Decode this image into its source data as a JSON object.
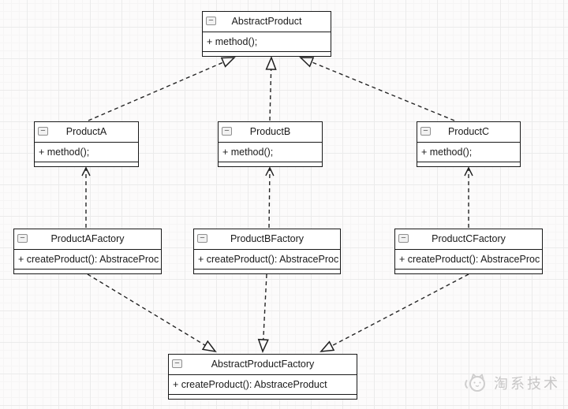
{
  "colors": {
    "canvas_background": "#fcfbfb",
    "grid_major": "#ebebeb",
    "grid_minor": "#f6f5f5",
    "box_border": "#191919",
    "box_fill": "#ffffff",
    "edge": "#262626",
    "watermark": "#c7c6c6"
  },
  "icons": {
    "collapse_glyph": "−",
    "watermark_icon": "cat-mascot"
  },
  "diagram": {
    "classes": [
      {
        "name": "AbstractProduct",
        "members": "+ method();"
      },
      {
        "name": "ProductA",
        "members": "+ method();"
      },
      {
        "name": "ProductB",
        "members": "+ method();"
      },
      {
        "name": "ProductC",
        "members": "+ method();"
      },
      {
        "name": "ProductAFactory",
        "members": "+ createProduct(): AbstraceProc"
      },
      {
        "name": "ProductBFactory",
        "members": "+ createProduct(): AbstraceProc"
      },
      {
        "name": "ProductCFactory",
        "members": "+ createProduct(): AbstraceProc"
      },
      {
        "name": "AbstractProductFactory",
        "members": "+ createProduct(): AbstraceProduct"
      }
    ],
    "relations": [
      {
        "from": "ProductA",
        "to": "AbstractProduct",
        "type": "realization (dashed line, hollow triangle arrowhead)"
      },
      {
        "from": "ProductB",
        "to": "AbstractProduct",
        "type": "realization (dashed line, hollow triangle arrowhead)"
      },
      {
        "from": "ProductC",
        "to": "AbstractProduct",
        "type": "realization (dashed line, hollow triangle arrowhead)"
      },
      {
        "from": "ProductAFactory",
        "to": "ProductA",
        "type": "dependency (dashed line, open arrowhead)"
      },
      {
        "from": "ProductBFactory",
        "to": "ProductB",
        "type": "dependency (dashed line, open arrowhead)"
      },
      {
        "from": "ProductCFactory",
        "to": "ProductC",
        "type": "dependency (dashed line, open arrowhead)"
      },
      {
        "from": "ProductAFactory",
        "to": "AbstractProductFactory",
        "type": "realization (dashed line, hollow triangle arrowhead)"
      },
      {
        "from": "ProductBFactory",
        "to": "AbstractProductFactory",
        "type": "realization (dashed line, hollow triangle arrowhead)"
      },
      {
        "from": "ProductCFactory",
        "to": "AbstractProductFactory",
        "type": "realization (dashed line, hollow triangle arrowhead)"
      }
    ]
  },
  "watermark": {
    "label": "淘系技术"
  }
}
